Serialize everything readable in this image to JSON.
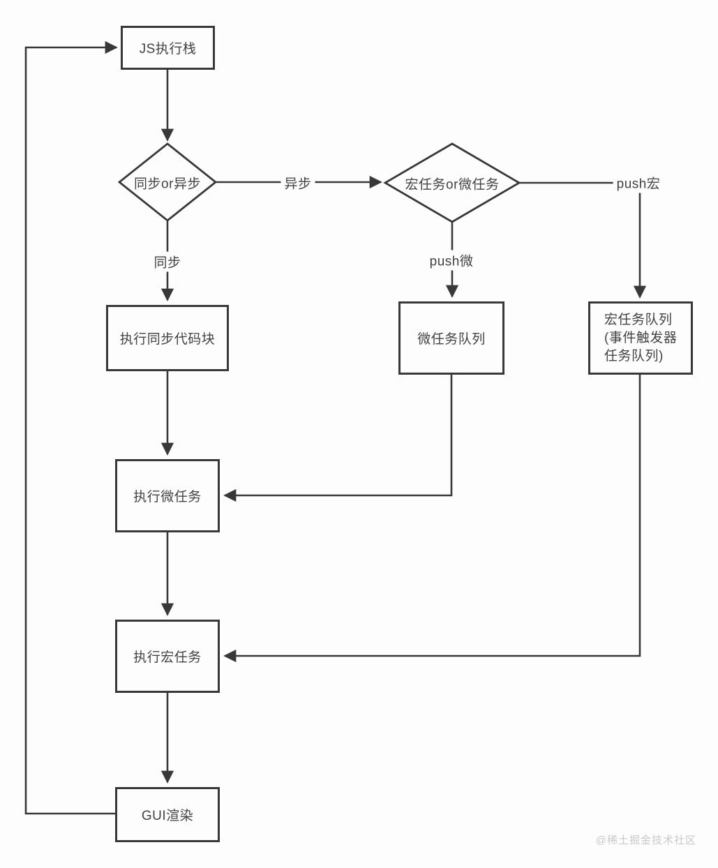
{
  "diagram": {
    "nodes": {
      "js_stack": {
        "label": "JS执行栈"
      },
      "sync_or_async": {
        "label": "同步or异步"
      },
      "macro_or_micro": {
        "label": "宏任务or微任务"
      },
      "exec_sync_block": {
        "label": "执行同步代码块"
      },
      "micro_task_queue": {
        "label": "微任务队列"
      },
      "macro_task_queue": {
        "lines": [
          "宏任务队列",
          "(事件触发器",
          "任务队列)"
        ]
      },
      "exec_micro_tasks": {
        "label": "执行微任务"
      },
      "exec_macro_tasks": {
        "label": "执行宏任务"
      },
      "gui_render": {
        "label": "GUI渲染"
      }
    },
    "edge_labels": {
      "async": "异步",
      "sync": "同步",
      "push_micro": "push微",
      "push_macro": "push宏"
    },
    "watermark": "@稀土掘金技术社区",
    "colors": {
      "stroke": "#383838",
      "text": "#424242",
      "node_fill": "#fdfdfd",
      "watermark": "#c9c9c9",
      "background": "#fdfdfd"
    }
  }
}
